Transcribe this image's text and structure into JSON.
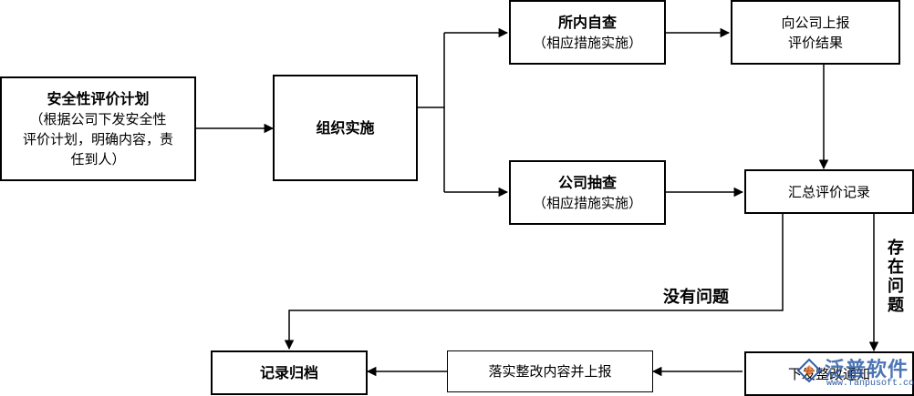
{
  "boxes": {
    "plan": {
      "title": "安全性评价计划",
      "lines": [
        "（根据公司下发安全性",
        "评价计划，明确内容，责",
        "任到人）"
      ]
    },
    "organize": {
      "title": "组织实施"
    },
    "self_check": {
      "title": "所内自查",
      "sub": "（相应措施实施）"
    },
    "company_check": {
      "title": "公司抽查",
      "sub": "（相应措施实施）"
    },
    "report_company": {
      "lines": [
        "向公司上报",
        "评价结果"
      ]
    },
    "summary": {
      "title": "汇总评价记录"
    },
    "archive": {
      "title": "记录归档"
    },
    "implement_report": {
      "title": "落实整改内容并上报"
    },
    "issue_notice": {
      "title": "下发整改通知"
    }
  },
  "labels": {
    "no_problem": "没有问题",
    "has_problem": [
      "存",
      "在",
      "问",
      "题"
    ]
  },
  "watermark": {
    "text": "泛普软件",
    "url": "www.fanpusoft.com"
  }
}
